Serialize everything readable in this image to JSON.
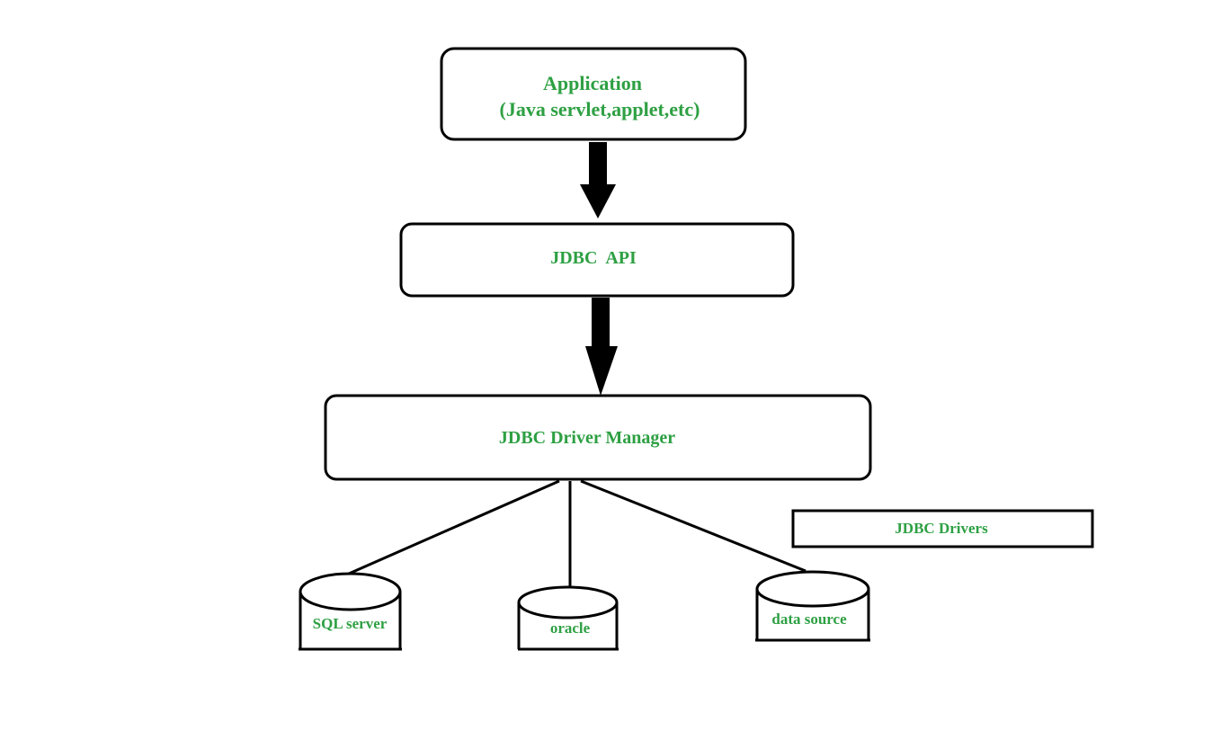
{
  "colors": {
    "text": "#2ea043",
    "stroke": "#000000",
    "background": "#ffffff"
  },
  "nodes": {
    "application": {
      "title": "Application",
      "subtitle": "(Java servlet,applet,etc)"
    },
    "jdbc_api": {
      "label": "JDBC  API"
    },
    "driver_manager": {
      "label": "JDBC Driver Manager"
    },
    "jdbc_drivers": {
      "label": "JDBC Drivers"
    },
    "databases": [
      {
        "label": "SQL server"
      },
      {
        "label": "oracle"
      },
      {
        "label": "data source"
      }
    ]
  },
  "edges": [
    {
      "from": "application",
      "to": "jdbc_api",
      "style": "thick-arrow"
    },
    {
      "from": "jdbc_api",
      "to": "driver_manager",
      "style": "thick-arrow"
    },
    {
      "from": "driver_manager",
      "to": "SQL server",
      "style": "line"
    },
    {
      "from": "driver_manager",
      "to": "oracle",
      "style": "line"
    },
    {
      "from": "driver_manager",
      "to": "data source",
      "style": "line"
    }
  ]
}
